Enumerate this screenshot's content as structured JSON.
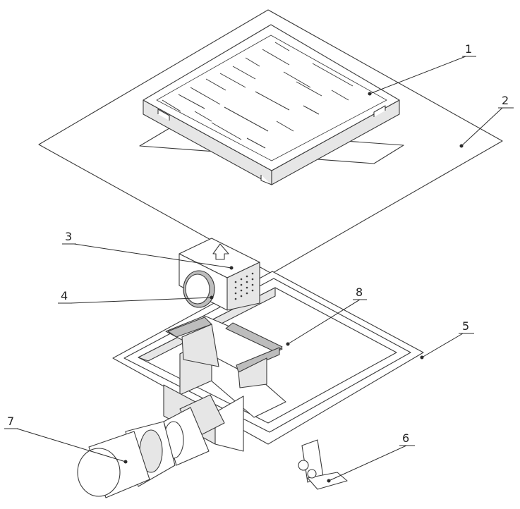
{
  "callouts": [
    {
      "id": "1",
      "text": "1"
    },
    {
      "id": "2",
      "text": "2"
    },
    {
      "id": "3",
      "text": "3"
    },
    {
      "id": "4",
      "text": "4"
    },
    {
      "id": "5",
      "text": "5"
    },
    {
      "id": "6",
      "text": "6"
    },
    {
      "id": "7",
      "text": "7"
    },
    {
      "id": "8",
      "text": "8"
    }
  ],
  "style": {
    "line_color": "#3a3a3a",
    "background": "#ffffff"
  }
}
